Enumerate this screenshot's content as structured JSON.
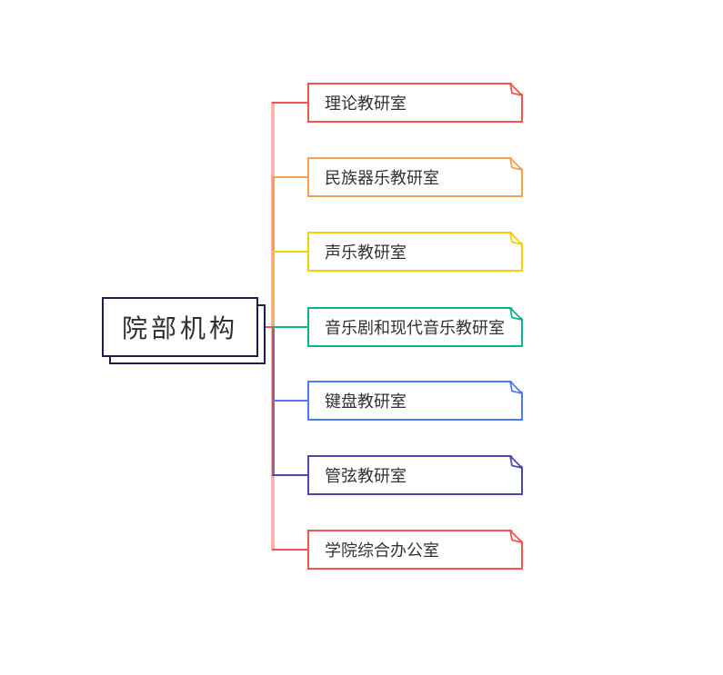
{
  "canvas": {
    "background": "#ffffff"
  },
  "root": {
    "label": "院部机构",
    "border_color": "#1b1f4a",
    "text_color": "#2e2e2e"
  },
  "nodes": [
    {
      "label": "理论教研室",
      "color": "#f1564e"
    },
    {
      "label": "民族器乐教研室",
      "color": "#f7a14e"
    },
    {
      "label": "声乐教研室",
      "color": "#f2d205"
    },
    {
      "label": "音乐剧和现代音乐教研室",
      "color": "#0db28c"
    },
    {
      "label": "键盘教研室",
      "color": "#4e7bf0"
    },
    {
      "label": "管弦教研室",
      "color": "#4a4aae"
    },
    {
      "label": "学院综合办公室",
      "color": "#f1564e"
    }
  ],
  "connectors": {
    "root_link_color": "#f1564e",
    "trunk_base_color": "#fbb3ad",
    "trunk_segments": [
      {
        "name": "orange",
        "color": "#f7a14e"
      },
      {
        "name": "amber",
        "color": "#eeb84e"
      },
      {
        "name": "plum-upper",
        "color": "#a85a85"
      },
      {
        "name": "plum-lower",
        "color": "#9c5c99"
      }
    ]
  },
  "text_color": "#333333"
}
